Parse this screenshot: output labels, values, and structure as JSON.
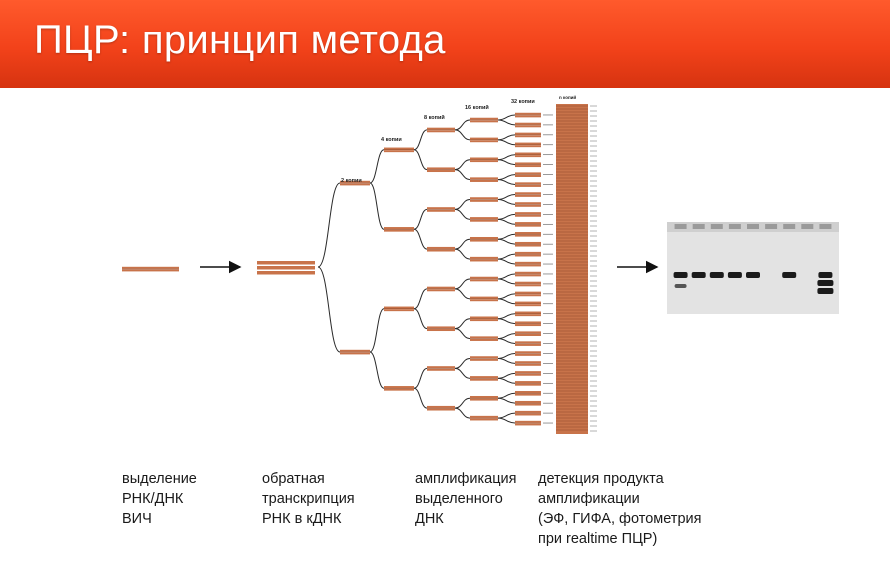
{
  "title": "ПЦР: принцип метода",
  "cycle_labels": [
    "2 копии",
    "4 копии",
    "8 копий",
    "16 копий",
    "32 копии",
    "n копий"
  ],
  "stages": [
    {
      "lines": [
        "выделение",
        "РНК/ДНК",
        "ВИЧ"
      ]
    },
    {
      "lines": [
        "обратная",
        "транскрипция",
        "РНК в кДНК"
      ]
    },
    {
      "lines": [
        "амплификация",
        "выделенного",
        "ДНК"
      ]
    },
    {
      "lines": [
        "детекция продукта",
        "амплификации",
        "(ЭФ, ГИФА, фотометрия",
        "при realtime ПЦР)"
      ]
    }
  ],
  "colors": {
    "header": "#f04a1e",
    "dna": "#c8734a",
    "dna_dark": "#8e4a2a",
    "line": "#2b2b2b",
    "gel_bg": "#e3e3e3",
    "gel_band": "#1b1b1b"
  },
  "gel": {
    "lanes": 9,
    "bands_present": [
      true,
      true,
      true,
      true,
      true,
      false,
      true,
      false,
      true
    ]
  }
}
